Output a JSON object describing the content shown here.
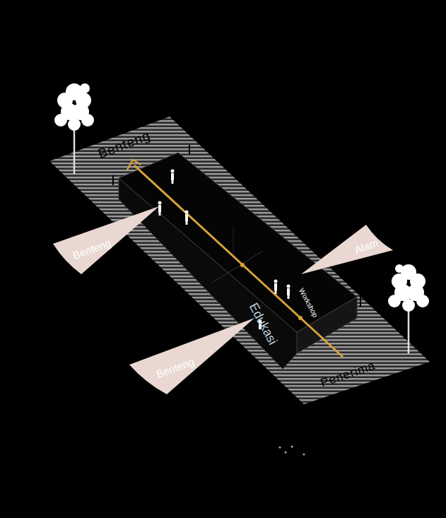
{
  "diagram": {
    "nodes": [
      {
        "text": [
          "Benteng"
        ]
      },
      {
        "text": [
          "Alam"
        ]
      },
      {
        "text": [
          "Benteng"
        ]
      }
    ],
    "labels": [
      "Benteng",
      "Penerima",
      "Edukasi",
      "Workshop"
    ]
  }
}
